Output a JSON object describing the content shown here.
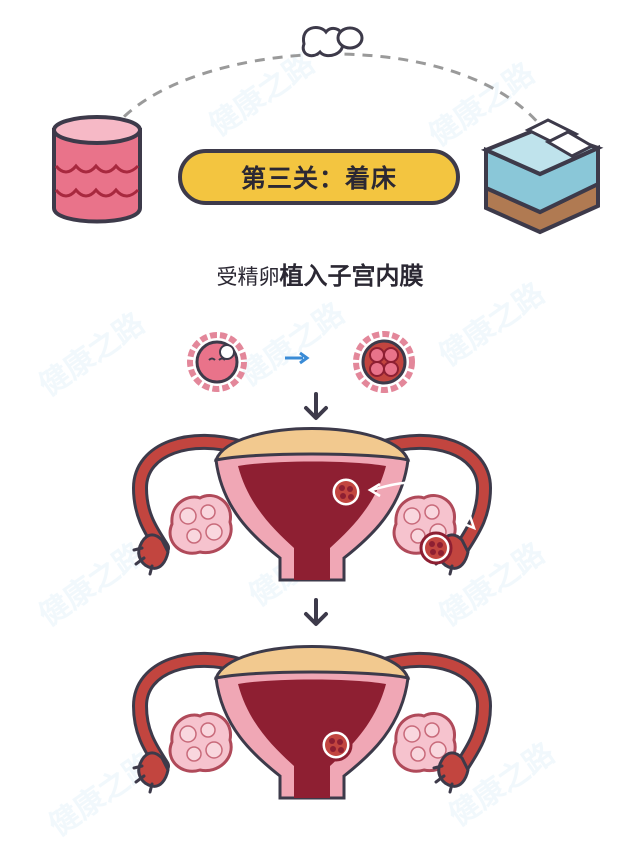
{
  "badge": {
    "text": "第三关：着床"
  },
  "subtitle": {
    "light": "受精卵",
    "bold": "植入子宫内膜"
  },
  "watermark": {
    "text": "健康之路"
  },
  "colors": {
    "badge_fill": "#f3c540",
    "outline": "#3d3a4a",
    "uterus_dark": "#8e1f32",
    "uterus_red": "#c2453f",
    "tissue_pink": "#f0a7b5",
    "fundus_tan": "#f2c98f",
    "arrow_blue": "#3a8bd6"
  },
  "icons": {
    "left": "endometrium-cylinder-icon",
    "right": "bed-icon",
    "top": "sperm-egg-icon"
  }
}
